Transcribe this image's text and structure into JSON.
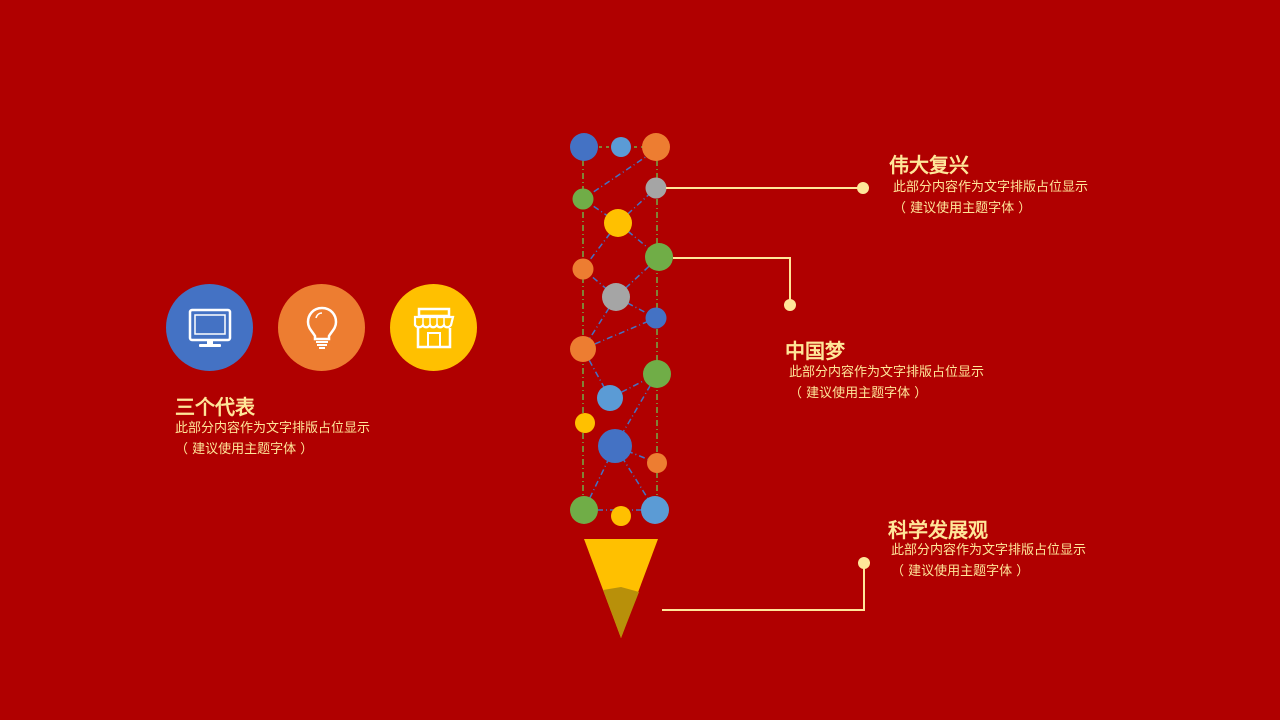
{
  "colors": {
    "background": "#b00000",
    "text": "#ffe699",
    "blue": "#4472c4",
    "orange": "#ed7d31",
    "yellow": "#ffc000",
    "green": "#70ad47",
    "gray": "#a5a5a5",
    "light_blue": "#5b9bd5"
  },
  "left_group": {
    "icons": [
      {
        "name": "monitor-icon",
        "color": "#4472c4"
      },
      {
        "name": "lightbulb-icon",
        "color": "#ed7d31"
      },
      {
        "name": "store-icon",
        "color": "#ffc000"
      }
    ],
    "title": "三个代表",
    "desc_line1": "此部分内容作为文字排版占位显示",
    "desc_line2": "（ 建议使用主题字体 ）"
  },
  "callouts": [
    {
      "title": "伟大复兴",
      "desc_line1": "此部分内容作为文字排版占位显示",
      "desc_line2": "（ 建议使用主题字体 ）"
    },
    {
      "title": "中国梦",
      "desc_line1": "此部分内容作为文字排版占位显示",
      "desc_line2": "（ 建议使用主题字体 ）"
    },
    {
      "title": "科学发展观",
      "desc_line1": "此部分内容作为文字排版占位显示",
      "desc_line2": "（ 建议使用主题字体 ）"
    }
  ]
}
